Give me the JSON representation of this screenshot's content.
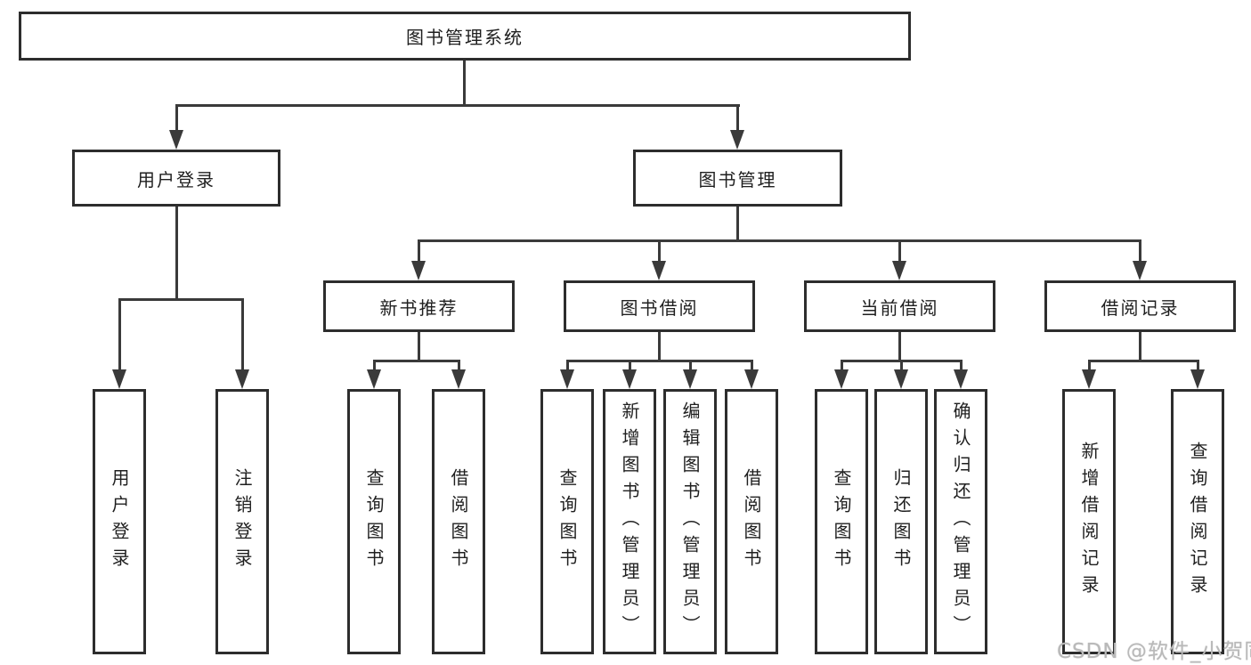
{
  "diagram": {
    "root": {
      "label": "图书管理系统"
    },
    "level2": [
      {
        "label": "用户登录"
      },
      {
        "label": "图书管理"
      }
    ],
    "level3": [
      {
        "label": "新书推荐"
      },
      {
        "label": "图书借阅"
      },
      {
        "label": "当前借阅"
      },
      {
        "label": "借阅记录"
      }
    ],
    "leaves": {
      "user": [
        "用户登录",
        "注销登录"
      ],
      "recommend": [
        "查询图书",
        "借阅图书"
      ],
      "borrow": [
        "查询图书",
        "新增图书（管理员）",
        "编辑图书（管理员）",
        "借阅图书"
      ],
      "current": [
        "查询图书",
        "归还图书",
        "确认归还（管理员）"
      ],
      "records": [
        "新增借阅记录",
        "查询借阅记录"
      ]
    }
  },
  "watermark": {
    "text": "CSDN @软件_小贺同学"
  },
  "colors": {
    "line": "#3a3a3a",
    "border": "#2d2d2d",
    "text": "#1f1f1f",
    "bg": "#ffffff",
    "wm": "#b9b9b9"
  }
}
